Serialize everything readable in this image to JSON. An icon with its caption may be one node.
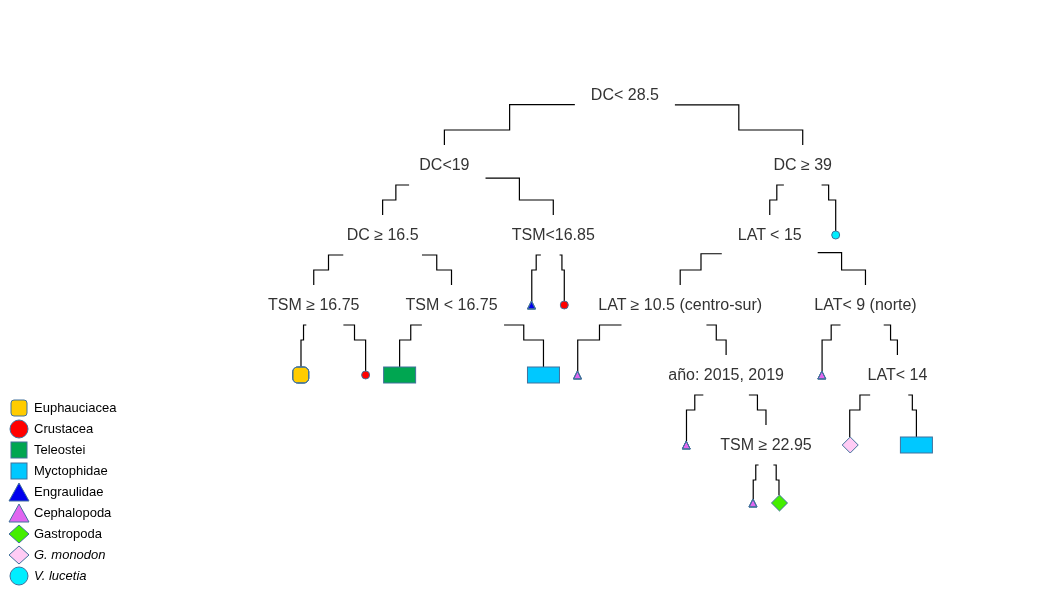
{
  "diagram": {
    "nodes": [
      {
        "text": [
          "DC< 28.5"
        ]
      },
      {
        "text": [
          "DC<19"
        ]
      },
      {
        "text": [
          "DC ≥ 16.5"
        ]
      },
      {
        "text": [
          "TSM ≥ 16.75"
        ]
      },
      {
        "text": [],
        "shape": "box"
      },
      {
        "text": [],
        "shape": "circle"
      },
      {
        "text": [
          "TSM < 16.75"
        ]
      },
      {
        "text": [],
        "shape": "box"
      },
      {
        "text": [],
        "shape": "box"
      },
      {
        "text": [
          "TSM<16.85"
        ]
      },
      {
        "text": [],
        "shape": "triangle"
      },
      {
        "text": [],
        "shape": "circle"
      },
      {
        "text": [
          "DC ≥ 39"
        ]
      },
      {
        "text": [
          "LAT < 15"
        ]
      },
      {
        "text": [
          "LAT ≥ 10.5 (centro-sur)"
        ]
      },
      {
        "text": [],
        "shape": "triangle"
      },
      {
        "text": [
          "año: 2015, 2019"
        ]
      },
      {
        "text": [],
        "shape": "triangle"
      },
      {
        "text": [
          "TSM ≥ 22.95"
        ]
      },
      {
        "text": [],
        "shape": "triangle"
      },
      {
        "text": [],
        "shape": "diamond"
      },
      {
        "text": [
          "LAT< 9 (norte)"
        ]
      },
      {
        "text": [],
        "shape": "triangle"
      },
      {
        "text": [
          "LAT< 14"
        ]
      },
      {
        "text": [],
        "shape": "diamond"
      },
      {
        "text": [],
        "shape": "box"
      },
      {
        "text": [],
        "shape": "circle"
      }
    ],
    "edges": [
      {
        "from": 0,
        "to": 1,
        "arrow": "none"
      },
      {
        "from": 0,
        "to": 12,
        "arrow": "none"
      },
      {
        "from": 1,
        "to": 2,
        "arrow": "none"
      },
      {
        "from": 1,
        "to": 9,
        "arrow": "none"
      },
      {
        "from": 2,
        "to": 3,
        "arrow": "none"
      },
      {
        "from": 2,
        "to": 6,
        "arrow": "none"
      },
      {
        "from": 3,
        "to": 4,
        "arrow": "none"
      },
      {
        "from": 3,
        "to": 5,
        "arrow": "none"
      },
      {
        "from": 6,
        "to": 7,
        "arrow": "none"
      },
      {
        "from": 6,
        "to": 8,
        "arrow": "none"
      },
      {
        "from": 9,
        "to": 10,
        "arrow": "none"
      },
      {
        "from": 9,
        "to": 11,
        "arrow": "none"
      },
      {
        "from": 12,
        "to": 13,
        "arrow": "none"
      },
      {
        "from": 12,
        "to": 26,
        "arrow": "none"
      },
      {
        "from": 13,
        "to": 14,
        "arrow": "none"
      },
      {
        "from": 13,
        "to": 21,
        "arrow": "none"
      },
      {
        "from": 14,
        "to": 15,
        "arrow": "none"
      },
      {
        "from": 14,
        "to": 16,
        "arrow": "none"
      },
      {
        "from": 16,
        "to": 17,
        "arrow": "none"
      },
      {
        "from": 16,
        "to": 18,
        "arrow": "none"
      },
      {
        "from": 18,
        "to": 19,
        "arrow": "none"
      },
      {
        "from": 18,
        "to": 20,
        "arrow": "none"
      },
      {
        "from": 21,
        "to": 22,
        "arrow": "none"
      },
      {
        "from": 21,
        "to": 23,
        "arrow": "none"
      },
      {
        "from": 23,
        "to": 24,
        "arrow": "none"
      },
      {
        "from": 23,
        "to": 25,
        "arrow": "none"
      }
    ],
    "legend": [
      {
        "text": "Euphauciacea"
      },
      {
        "text": "Crustacea"
      },
      {
        "text": "Teleostei"
      },
      {
        "text": "Myctophidae"
      },
      {
        "text": "Engraulidae"
      },
      {
        "text": "Cephalopoda"
      },
      {
        "text": "Gastropoda"
      },
      {
        "text": "G. monodon"
      },
      {
        "text": "V. lucetia"
      }
    ]
  }
}
